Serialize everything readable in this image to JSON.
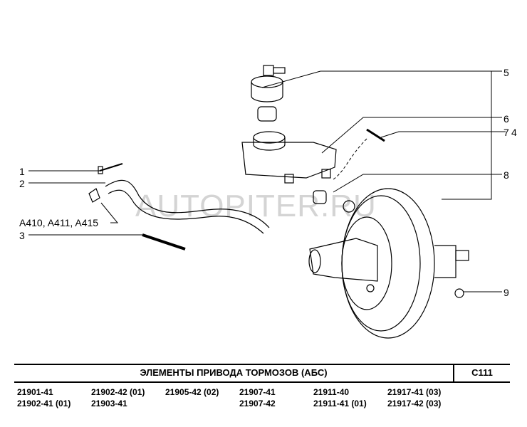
{
  "callouts": {
    "c1": "1",
    "c2": "2",
    "c3": "3",
    "c4": "4",
    "c5": "5",
    "c6": "6",
    "c7": "7",
    "c8": "8",
    "c9": "9",
    "ref": "A410, A411, A415"
  },
  "watermark": "AUTOPITER.RU",
  "footer": {
    "title": "ЭЛЕМЕНТЫ ПРИВОДА ТОРМОЗОВ (АБС)",
    "code": "С111",
    "models": [
      [
        "21901-41",
        "21902-41 (01)"
      ],
      [
        "21902-42 (01)",
        "21903-41"
      ],
      [
        "21905-42 (02)",
        ""
      ],
      [
        "21907-41",
        "21907-42"
      ],
      [
        "21911-40",
        "21911-41 (01)"
      ],
      [
        "21917-41 (03)",
        "21917-42 (03)"
      ]
    ]
  }
}
